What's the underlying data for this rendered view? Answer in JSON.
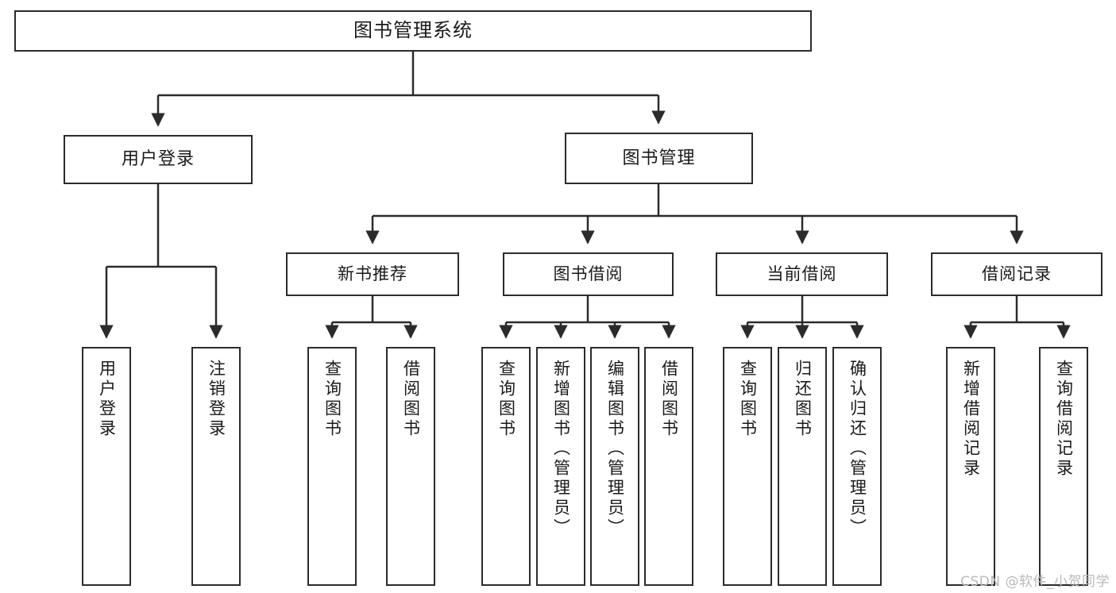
{
  "diagram": {
    "title_node": {
      "label": "图书管理系统"
    },
    "level1": [
      {
        "label": "用户登录"
      },
      {
        "label": "图书管理"
      }
    ],
    "level2": [
      {
        "label": "新书推荐"
      },
      {
        "label": "图书借阅"
      },
      {
        "label": "当前借阅"
      },
      {
        "label": "借阅记录"
      }
    ],
    "leaves": [
      {
        "label": "用户登录"
      },
      {
        "label": "注销登录"
      },
      {
        "label": "查询图书"
      },
      {
        "label": "借阅图书"
      },
      {
        "label": "查询图书"
      },
      {
        "label": "新增图书（管理员）"
      },
      {
        "label": "编辑图书（管理员）"
      },
      {
        "label": "借阅图书"
      },
      {
        "label": "查询图书"
      },
      {
        "label": "归还图书"
      },
      {
        "label": "确认归还（管理员）"
      },
      {
        "label": "新增借阅记录"
      },
      {
        "label": "查询借阅记录"
      }
    ]
  },
  "watermark": {
    "text": "CSDN @软件_小贺同学"
  },
  "colors": {
    "box_border": "#2b2b2b",
    "box_fill": "#ffffff",
    "line": "#2b2b2b",
    "text": "#1a1a1a",
    "watermark": "#b9b9b9"
  }
}
